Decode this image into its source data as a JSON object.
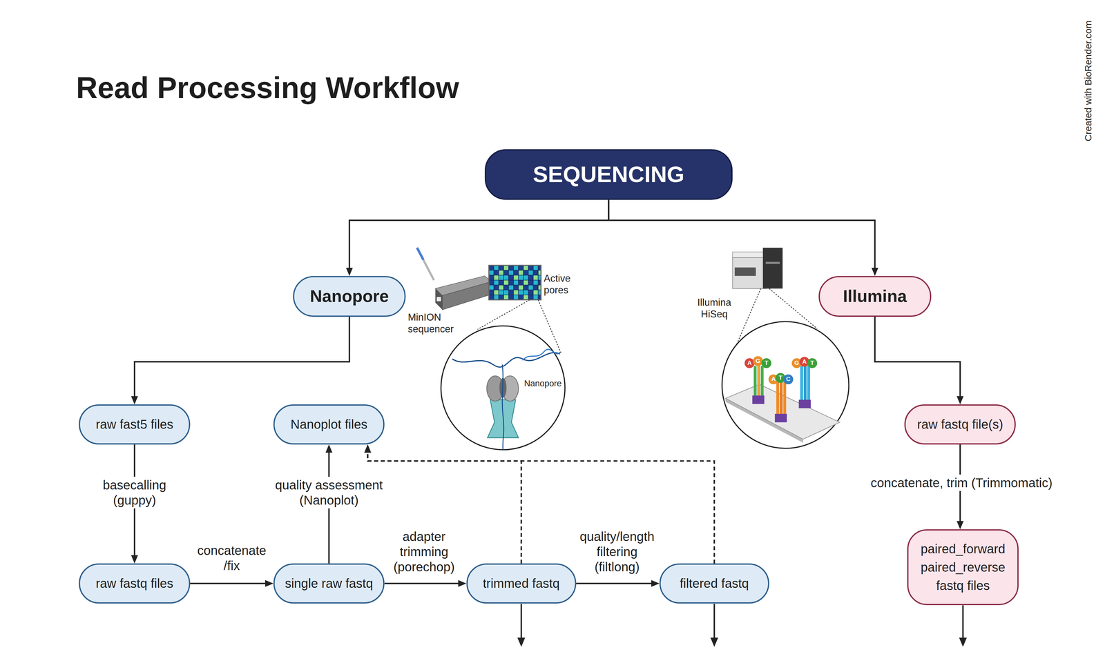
{
  "diagram": {
    "title": "Read Processing Workflow",
    "nodes": [
      {
        "text": [
          "SEQUENCING"
        ]
      },
      {
        "text": [
          "Nanopore"
        ]
      },
      {
        "text": [
          "Illumina"
        ]
      },
      {
        "text": [
          "raw fast5 files"
        ]
      },
      {
        "text": [
          "Nanoplot files"
        ]
      },
      {
        "text": [
          "raw fastq file(s)"
        ]
      },
      {
        "text": [
          "raw fastq files"
        ]
      },
      {
        "text": [
          "single raw fastq"
        ]
      },
      {
        "text": [
          "trimmed fastq"
        ]
      },
      {
        "text": [
          "filtered fastq"
        ]
      },
      {
        "text": [
          "paired_forward paired_reverse fastq files"
        ]
      }
    ],
    "edges": [
      {
        "from": 0,
        "to": 1,
        "arrow": "to"
      },
      {
        "from": 0,
        "to": 2,
        "arrow": "to"
      },
      {
        "from": 1,
        "to": 3,
        "arrow": "to"
      },
      {
        "from": 3,
        "to": 6,
        "label": "basecalling (guppy)",
        "arrow": "to"
      },
      {
        "from": 6,
        "to": 7,
        "label": "concatenate /fix",
        "arrow": "to"
      },
      {
        "from": 7,
        "to": 4,
        "label": "quality assessment (Nanoplot)",
        "arrow": "to"
      },
      {
        "from": 7,
        "to": 8,
        "label": "adapter trimming (porechop)",
        "arrow": "to"
      },
      {
        "from": 8,
        "to": 9,
        "label": "quality/length filtering (filtlong)",
        "arrow": "to"
      },
      {
        "from": 8,
        "to": 4,
        "arrow": "to"
      },
      {
        "from": 9,
        "to": 4,
        "arrow": "to"
      },
      {
        "from": 2,
        "to": 5,
        "arrow": "to"
      },
      {
        "from": 5,
        "to": 10,
        "label": "concatenate, trim (Trimmomatic)",
        "arrow": "to"
      }
    ],
    "labels": [
      "MinION sequencer",
      "Active pores",
      "Nanopore",
      "Illumina HiSeq",
      "A",
      "G",
      "T",
      "A",
      "T",
      "C",
      "G",
      "A",
      "T",
      "Created with BioRender.com"
    ]
  }
}
